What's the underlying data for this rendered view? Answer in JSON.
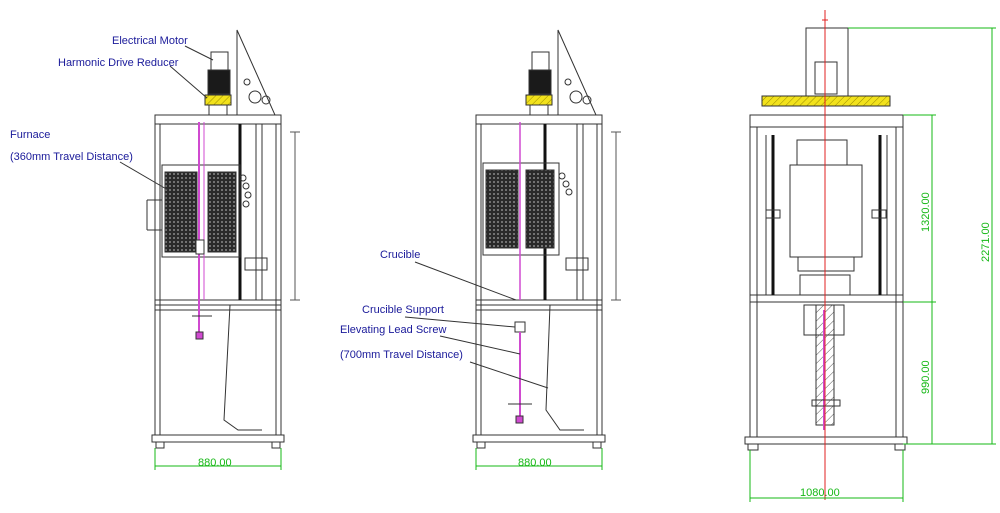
{
  "labels": {
    "electrical_motor": "Electrical Motor",
    "harmonic_drive_reducer": "Harmonic Drive Reducer",
    "furnace": "Furnace",
    "furnace_travel": "(360mm Travel Distance)",
    "crucible": "Crucible",
    "crucible_support": "Crucible Support",
    "elevating_lead_screw": "Elevating Lead Screw",
    "lead_screw_travel": "(700mm Travel Distance)"
  },
  "dimensions": {
    "width_left": "880.00",
    "width_middle": "880.00",
    "width_right": "1080.00",
    "height_upper": "1320.00",
    "height_total": "2271.00",
    "height_lower": "990.00"
  },
  "colors": {
    "line": "#333333",
    "label": "#1a1a9a",
    "dimension": "#16b816",
    "center_line": "#e02020",
    "rod": "#d04ad0",
    "reducer": "#f2e21c"
  }
}
